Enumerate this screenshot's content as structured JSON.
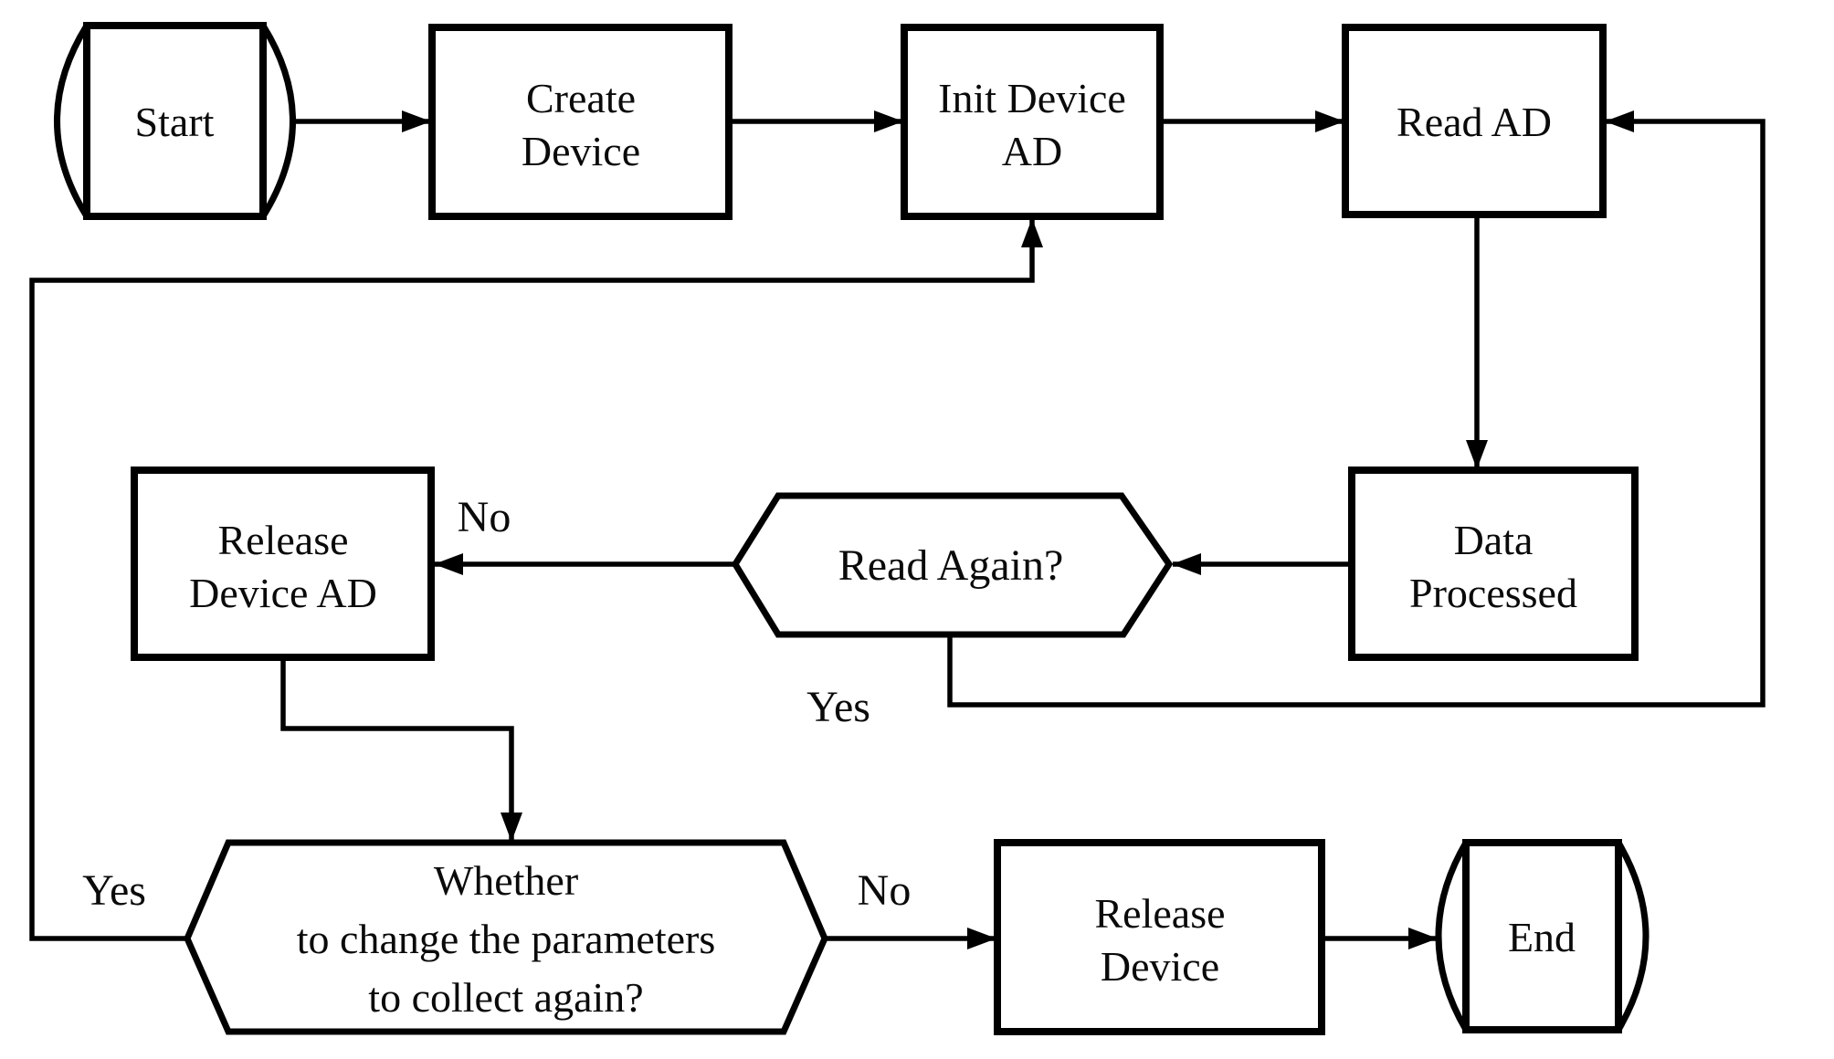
{
  "flowchart": {
    "colors": {
      "background": "#ffffff",
      "line": "#000000",
      "text": "#0a0a0a"
    },
    "nodes": {
      "start": {
        "shape": "terminal",
        "label": "Start"
      },
      "create_device": {
        "shape": "process",
        "line1": "Create",
        "line2": "Device"
      },
      "init_device_ad": {
        "shape": "process",
        "line1": "Init Device",
        "line2": "AD"
      },
      "read_ad": {
        "shape": "process",
        "label": "Read AD"
      },
      "data_processed": {
        "shape": "process",
        "line1": "Data",
        "line2": "Processed"
      },
      "read_again": {
        "shape": "decision",
        "label": "Read Again?"
      },
      "release_device_ad": {
        "shape": "process",
        "line1": "Release",
        "line2": "Device AD"
      },
      "change_params": {
        "shape": "decision",
        "line1": "Whether",
        "line2": "to change the parameters",
        "line3": "to collect again?"
      },
      "release_device": {
        "shape": "process",
        "line1": "Release",
        "line2": "Device"
      },
      "end": {
        "shape": "terminal",
        "label": "End"
      }
    },
    "edge_labels": {
      "read_again_no": "No",
      "read_again_yes": "Yes",
      "change_params_yes": "Yes",
      "change_params_no": "No"
    }
  }
}
